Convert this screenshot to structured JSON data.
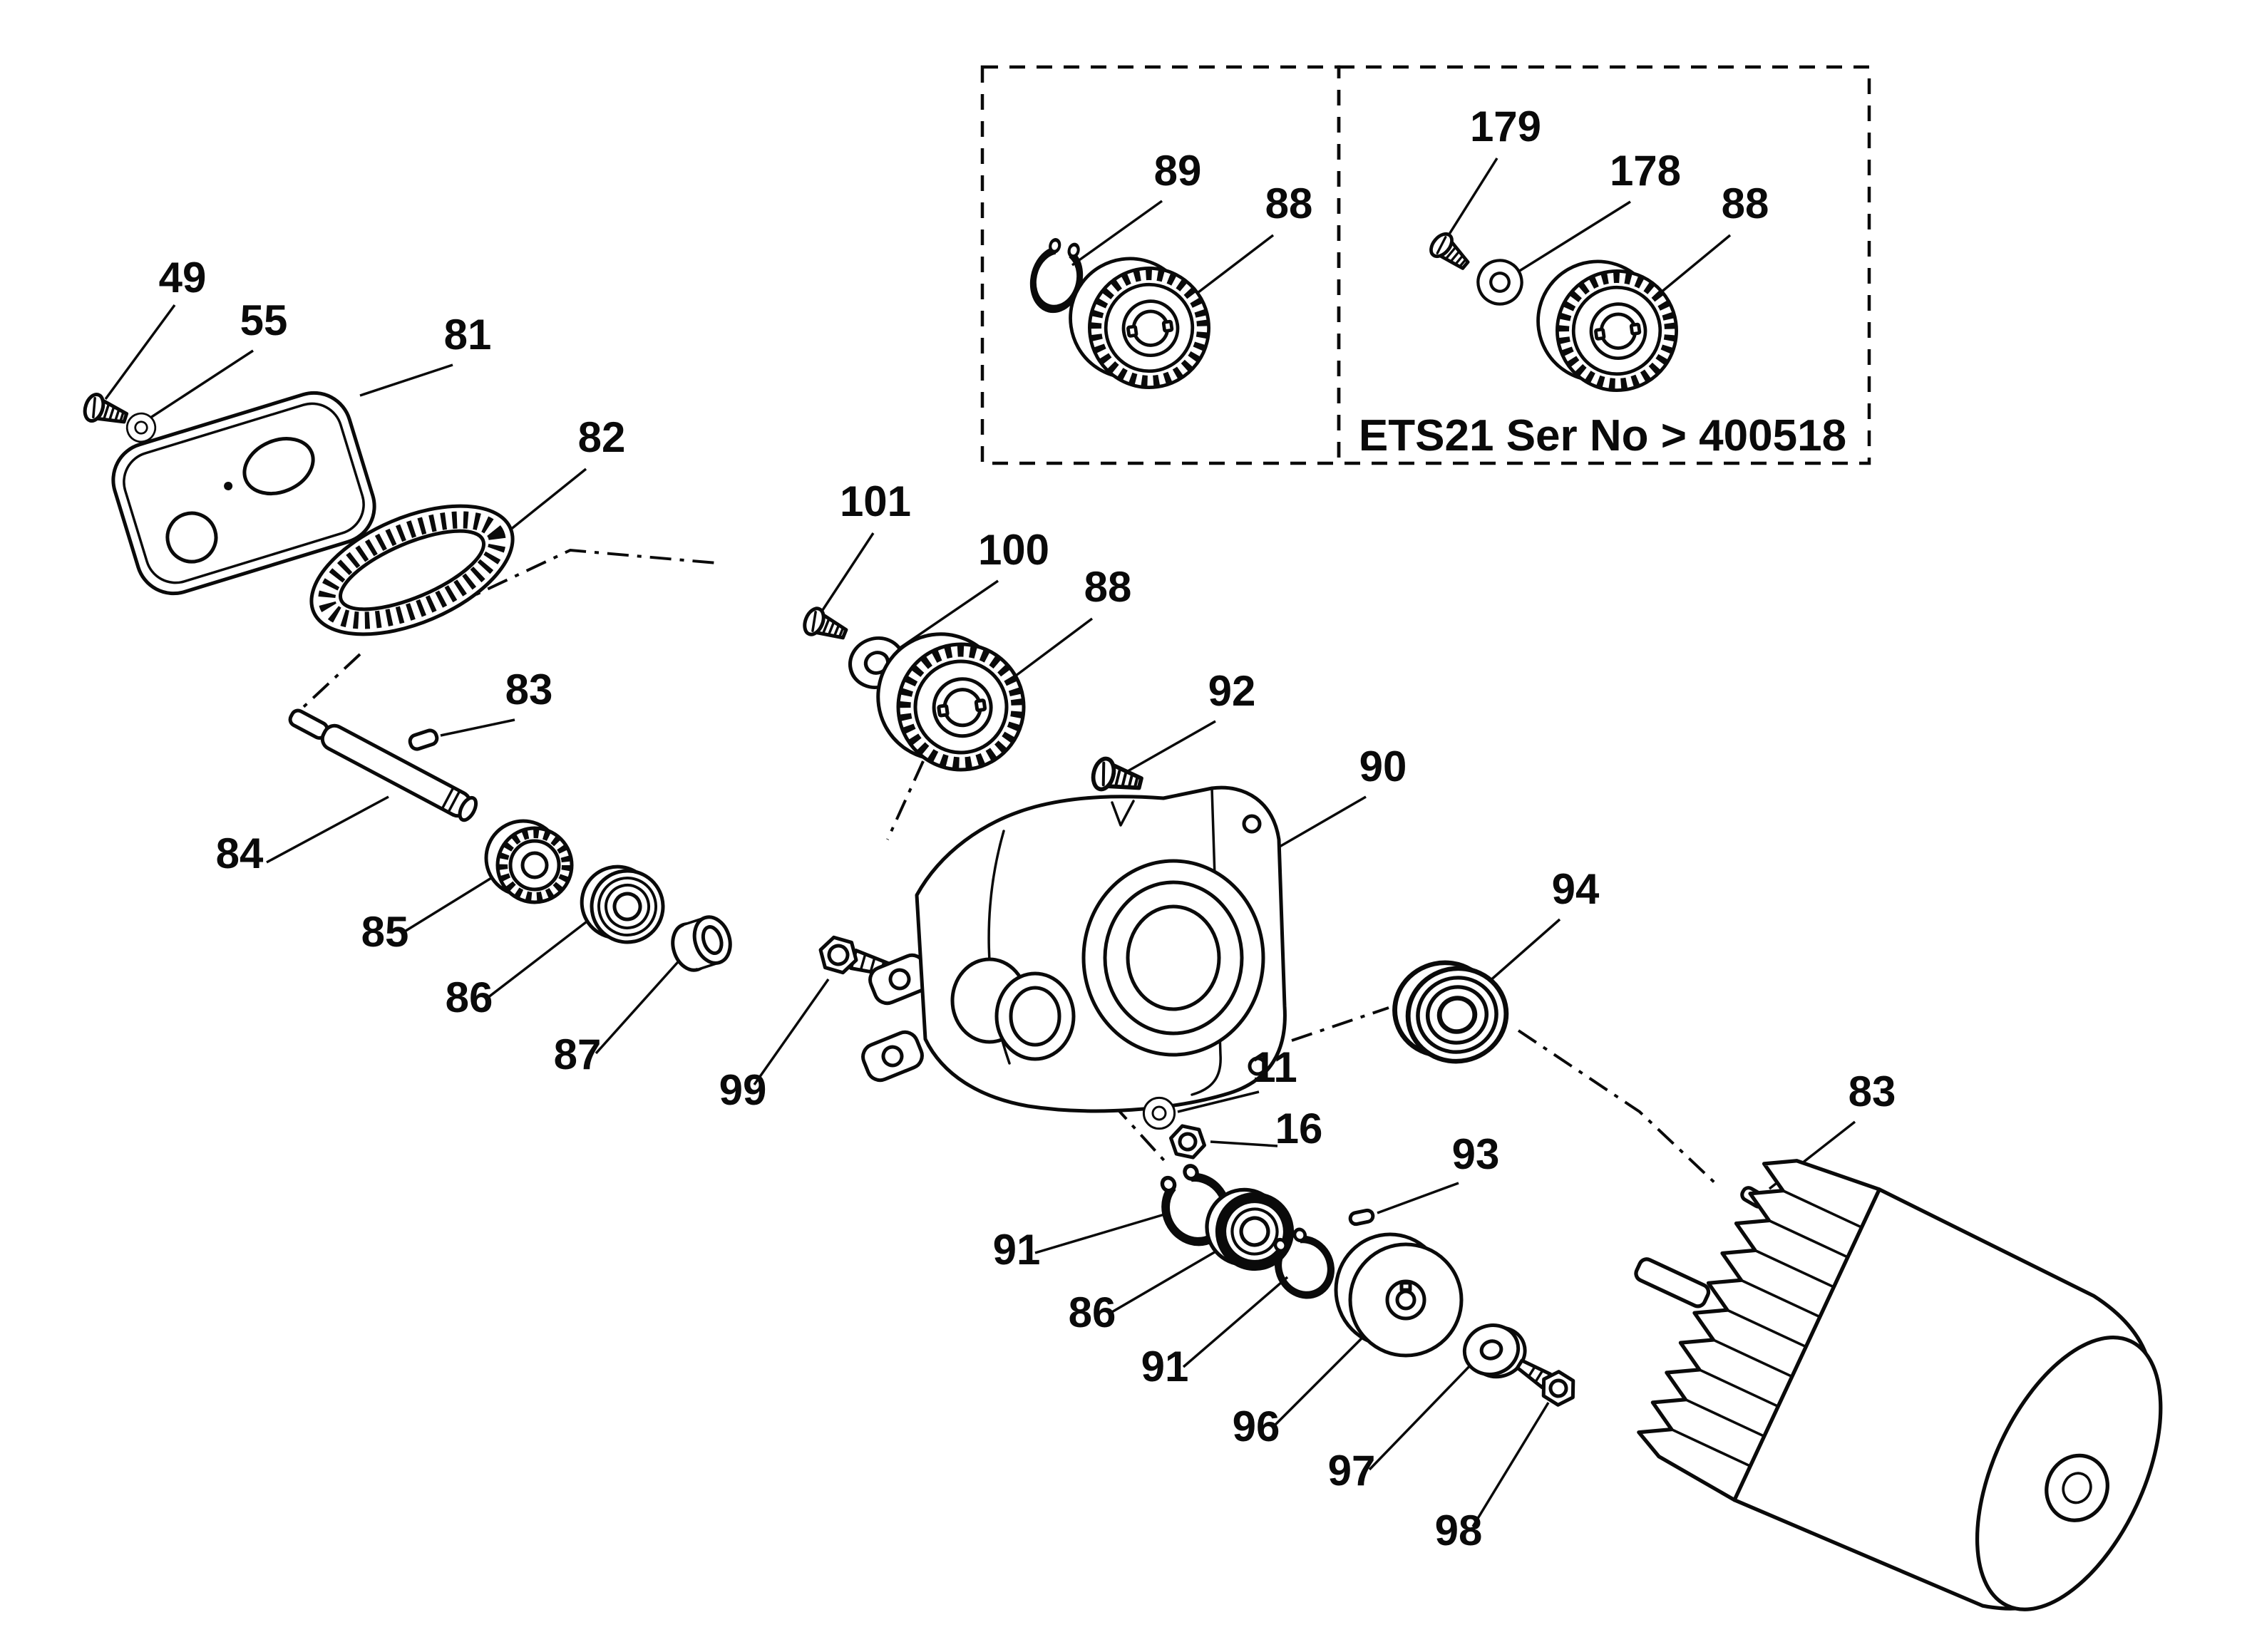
{
  "figure": {
    "background": "#ffffff",
    "line_color": "#0a0a0a",
    "inset_caption": "ETS21 Ser No > 400518",
    "part_labels": [
      {
        "id": "49",
        "text": "49",
        "part": "screw"
      },
      {
        "id": "55",
        "text": "55",
        "part": "washer"
      },
      {
        "id": "81",
        "text": "81",
        "part": "cover-plate"
      },
      {
        "id": "82",
        "text": "82",
        "part": "drive-belt"
      },
      {
        "id": "101",
        "text": "101",
        "part": "screw"
      },
      {
        "id": "100",
        "text": "100",
        "part": "washer"
      },
      {
        "id": "88-main",
        "text": "88",
        "part": "toothed-pulley"
      },
      {
        "id": "89-inset",
        "text": "89",
        "part": "retaining-ring"
      },
      {
        "id": "88-inset-left",
        "text": "88",
        "part": "toothed-pulley"
      },
      {
        "id": "179",
        "text": "179",
        "part": "screw"
      },
      {
        "id": "178",
        "text": "178",
        "part": "washer"
      },
      {
        "id": "88-inset-right",
        "text": "88",
        "part": "toothed-pulley"
      },
      {
        "id": "83-left",
        "text": "83",
        "part": "key"
      },
      {
        "id": "84",
        "text": "84",
        "part": "shaft"
      },
      {
        "id": "85",
        "text": "85",
        "part": "gear"
      },
      {
        "id": "86-left",
        "text": "86",
        "part": "bearing"
      },
      {
        "id": "87",
        "text": "87",
        "part": "bushing"
      },
      {
        "id": "99",
        "text": "99",
        "part": "screw"
      },
      {
        "id": "92",
        "text": "92",
        "part": "screw"
      },
      {
        "id": "90",
        "text": "90",
        "part": "gear-housing"
      },
      {
        "id": "94",
        "text": "94",
        "part": "bearing"
      },
      {
        "id": "11",
        "text": "11",
        "part": "washer"
      },
      {
        "id": "16",
        "text": "16",
        "part": "nut"
      },
      {
        "id": "83-right",
        "text": "83",
        "part": "key"
      },
      {
        "id": "91-upper",
        "text": "91",
        "part": "retaining-ring"
      },
      {
        "id": "86-lower",
        "text": "86",
        "part": "bearing"
      },
      {
        "id": "91-lower",
        "text": "91",
        "part": "retaining-ring"
      },
      {
        "id": "93",
        "text": "93",
        "part": "key"
      },
      {
        "id": "96",
        "text": "96",
        "part": "pulley-flange"
      },
      {
        "id": "97",
        "text": "97",
        "part": "washer"
      },
      {
        "id": "98",
        "text": "98",
        "part": "bolt"
      }
    ]
  }
}
